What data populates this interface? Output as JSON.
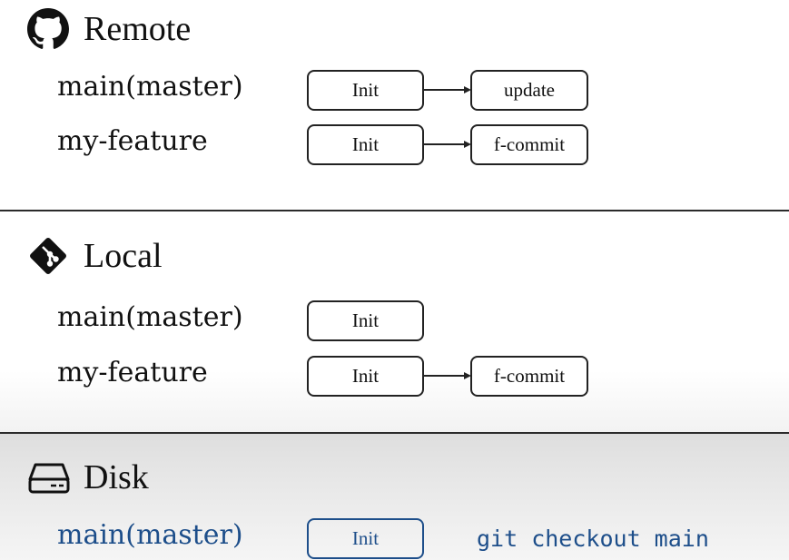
{
  "remote": {
    "title": "Remote",
    "icon": "github-icon",
    "branches": [
      {
        "name": "main(master)",
        "commits": [
          "Init",
          "update"
        ]
      },
      {
        "name": "my-feature",
        "commits": [
          "Init",
          "f-commit"
        ]
      }
    ]
  },
  "local": {
    "title": "Local",
    "icon": "git-icon",
    "branches": [
      {
        "name": "main(master)",
        "commits": [
          "Init"
        ]
      },
      {
        "name": "my-feature",
        "commits": [
          "Init",
          "f-commit"
        ]
      }
    ]
  },
  "disk": {
    "title": "Disk",
    "icon": "hard-drive-icon",
    "branch": "main(master)",
    "commit": "Init",
    "command": "git checkout main"
  },
  "colors": {
    "accent_blue": "#1d4e8a",
    "text": "#111111",
    "divider": "#2b2b2b"
  }
}
